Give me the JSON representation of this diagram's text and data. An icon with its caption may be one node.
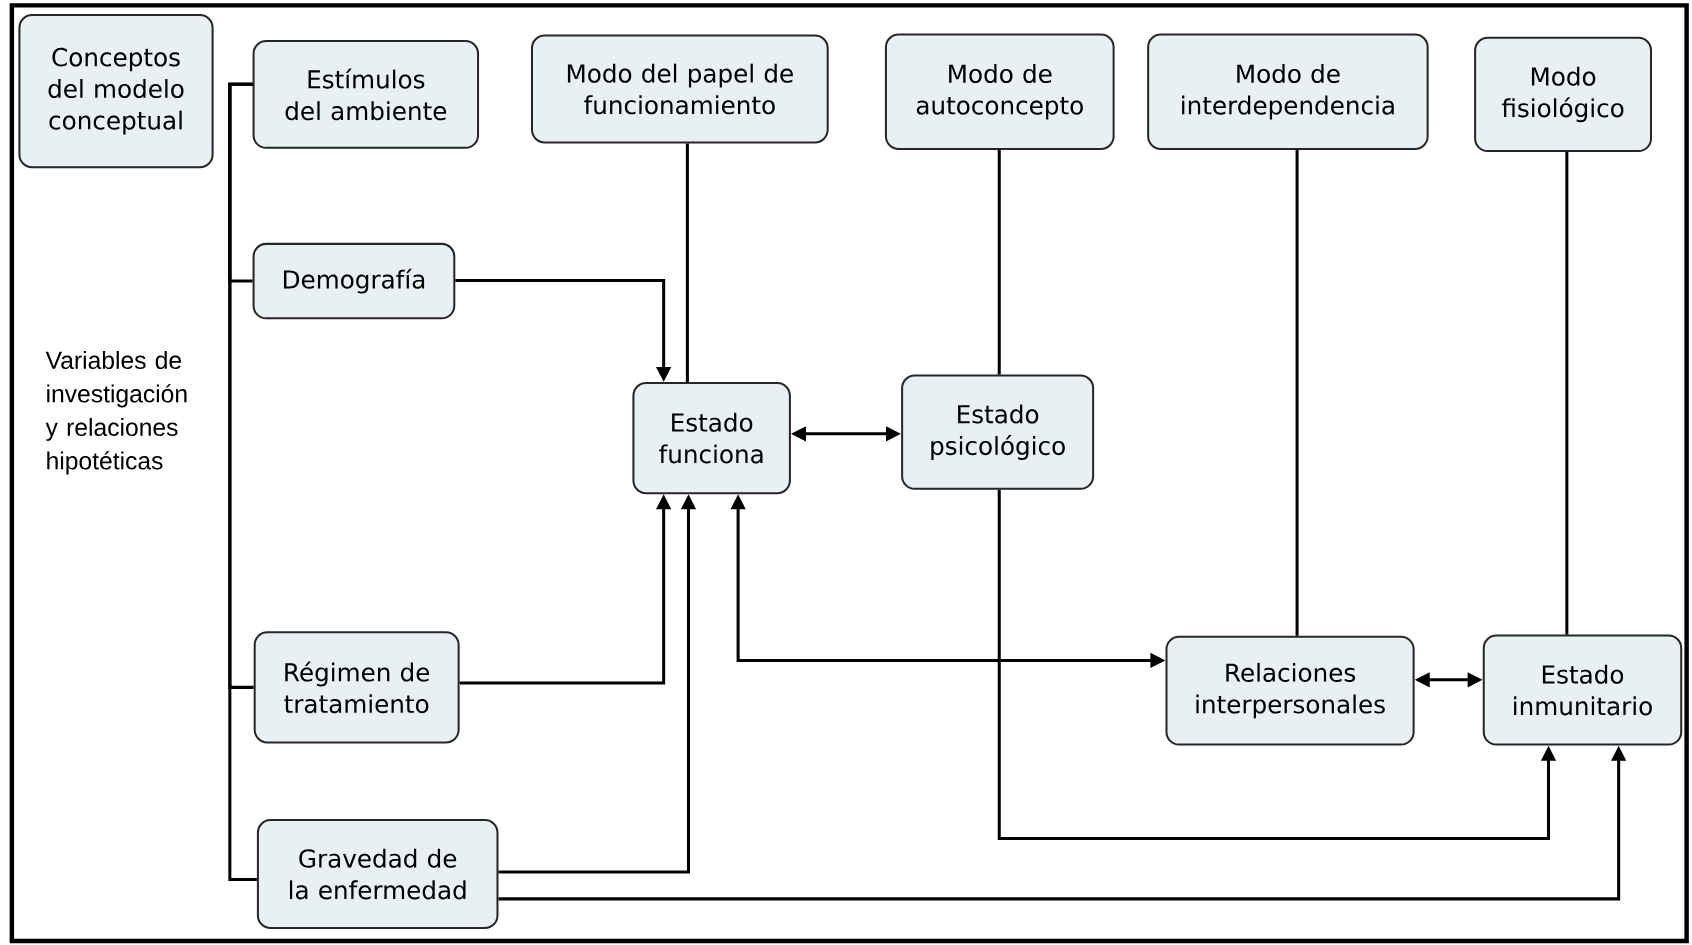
{
  "diagram": {
    "nodes": [
      {
        "text": [
          "Conceptos del modelo conceptual"
        ]
      },
      {
        "text": [
          "Estímulos del ambiente"
        ]
      },
      {
        "text": [
          "Modo del papel de funcionamiento"
        ]
      },
      {
        "text": [
          "Modo de autoconcepto"
        ]
      },
      {
        "text": [
          "Modo de interdependencia"
        ]
      },
      {
        "text": [
          "Modo fisiológico"
        ]
      },
      {
        "text": [
          "Demografía"
        ]
      },
      {
        "text": [
          "Estado funciona"
        ]
      },
      {
        "text": [
          "Estado psicológico"
        ]
      },
      {
        "text": [
          "Régimen de tratamiento"
        ]
      },
      {
        "text": [
          "Relaciones interpersonales"
        ]
      },
      {
        "text": [
          "Estado inmunitario"
        ]
      },
      {
        "text": [
          "Gravedad de la enfermedad"
        ]
      }
    ],
    "edges": [
      {
        "from": 1,
        "to": 6,
        "arrow": "none"
      },
      {
        "from": 1,
        "to": 9,
        "arrow": "none"
      },
      {
        "from": 1,
        "to": 12,
        "arrow": "none"
      },
      {
        "from": 2,
        "to": 7,
        "arrow": "none"
      },
      {
        "from": 6,
        "to": 7,
        "arrow": "to"
      },
      {
        "from": 3,
        "to": 8,
        "arrow": "none"
      },
      {
        "from": 7,
        "to": 8,
        "arrow": "both"
      },
      {
        "from": 9,
        "to": 7,
        "arrow": "to"
      },
      {
        "from": 12,
        "to": 7,
        "arrow": "to"
      },
      {
        "from": 7,
        "to": 10,
        "arrow": "both"
      },
      {
        "from": 4,
        "to": 10,
        "arrow": "none"
      },
      {
        "from": 10,
        "to": 11,
        "arrow": "both"
      },
      {
        "from": 5,
        "to": 11,
        "arrow": "none"
      },
      {
        "from": 8,
        "to": 11,
        "arrow": "to"
      },
      {
        "from": 12,
        "to": 11,
        "arrow": "to"
      }
    ],
    "labels": [
      "Variables de investigación y relaciones hipotéticas"
    ]
  }
}
